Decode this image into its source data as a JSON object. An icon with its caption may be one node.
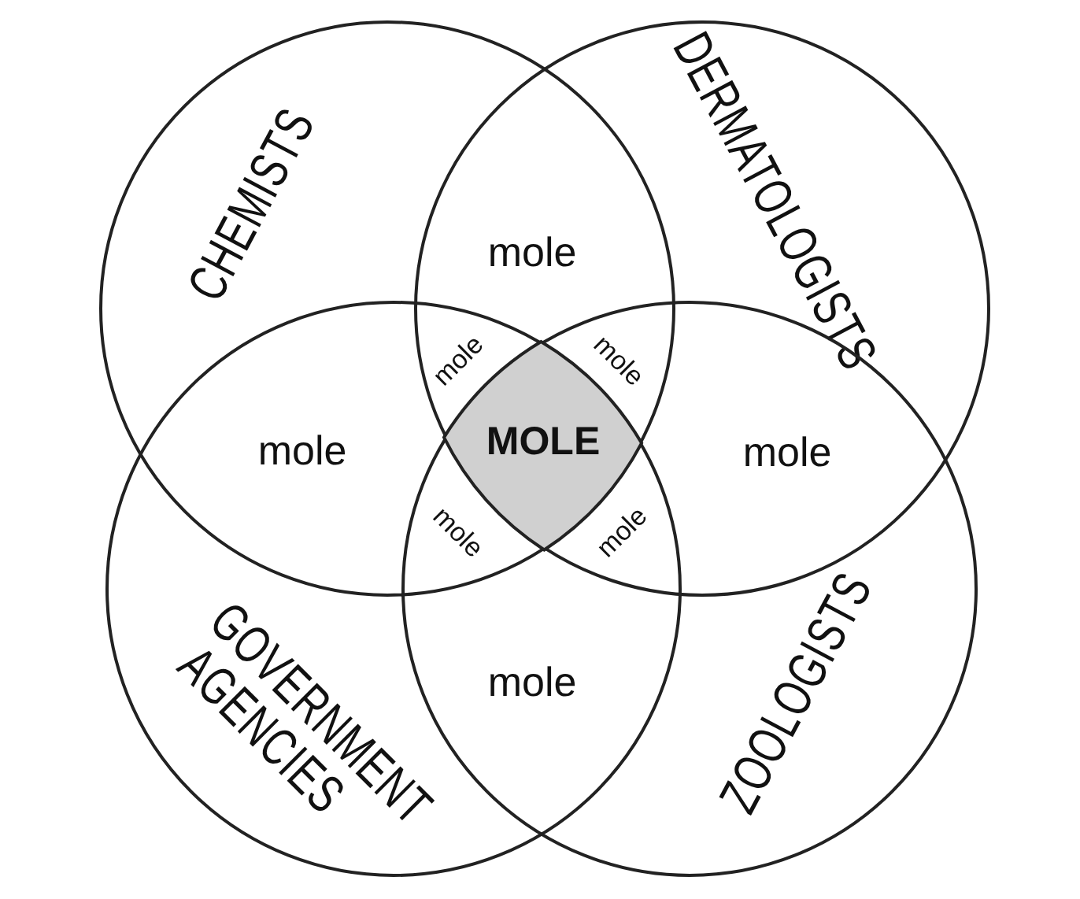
{
  "diagram": {
    "nodes": [
      {
        "text": [
          "CHEMISTS"
        ]
      },
      {
        "text": [
          "DERMATOLOGISTS"
        ]
      },
      {
        "text": [
          "GOVERNMENT AGENCIES"
        ]
      },
      {
        "text": [
          "ZOOLOGISTS"
        ]
      },
      {
        "text": [
          "MOLE"
        ]
      }
    ],
    "labels": [
      "mole",
      "mole",
      "mole",
      "mole",
      "mole",
      "mole",
      "mole",
      "mole"
    ]
  }
}
